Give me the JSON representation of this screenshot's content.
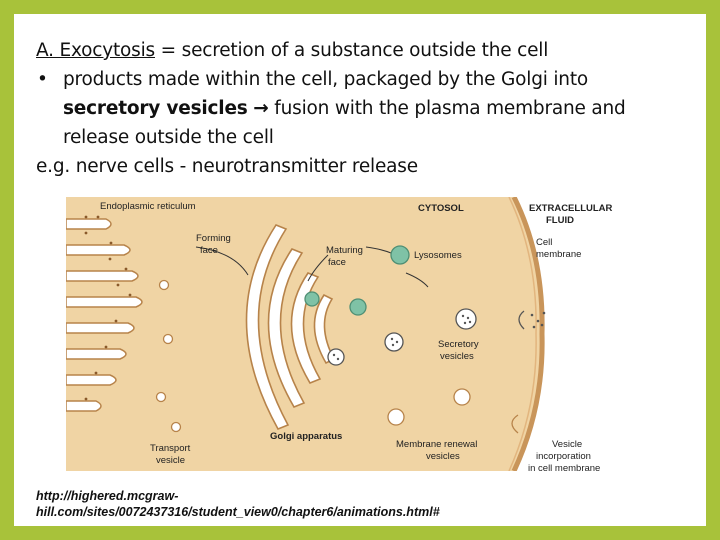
{
  "heading": {
    "section": "A. Exocytosis",
    "definition": " = secretion of a substance outside the cell"
  },
  "bullet": {
    "marker": "•",
    "line1": "products made within the cell, packaged by the Golgi into",
    "bold_term": "secretory vesicles",
    "arrow": "→",
    "line2_rest": " fusion with the plasma membrane and",
    "line3": "release outside the cell"
  },
  "example": "e.g. nerve cells - neurotransmitter release",
  "diagram": {
    "labels": {
      "endoplasmic_reticulum": "Endoplasmic reticulum",
      "cytosol": "CYTOSOL",
      "extracellular_1": "EXTRACELLULAR",
      "extracellular_2": "FLUID",
      "forming_face_1": "Forming",
      "forming_face_2": "face",
      "maturing_face_1": "Maturing",
      "maturing_face_2": "face",
      "lysosomes": "Lysosomes",
      "cell_membrane_1": "Cell",
      "cell_membrane_2": "membrane",
      "secretory_vesicles_1": "Secretory",
      "secretory_vesicles_2": "vesicles",
      "golgi_apparatus": "Golgi apparatus",
      "transport_vesicle_1": "Transport",
      "transport_vesicle_2": "vesicle",
      "membrane_renewal_1": "Membrane renewal",
      "membrane_renewal_2": "vesicles",
      "vesicle_incorporation_1": "Vesicle",
      "vesicle_incorporation_2": "incorporation",
      "vesicle_incorporation_3": "in cell membrane"
    },
    "colors": {
      "cytosol": "#f0d4a4",
      "membrane": "#c9955a",
      "organelle_fill": "#ffffff",
      "lysosome": "#7fc2a6"
    }
  },
  "source": {
    "line1": "http://highered.mcgraw-",
    "line2": "hill.com/sites/0072437316/student_view0/chapter6/animations.html#"
  }
}
